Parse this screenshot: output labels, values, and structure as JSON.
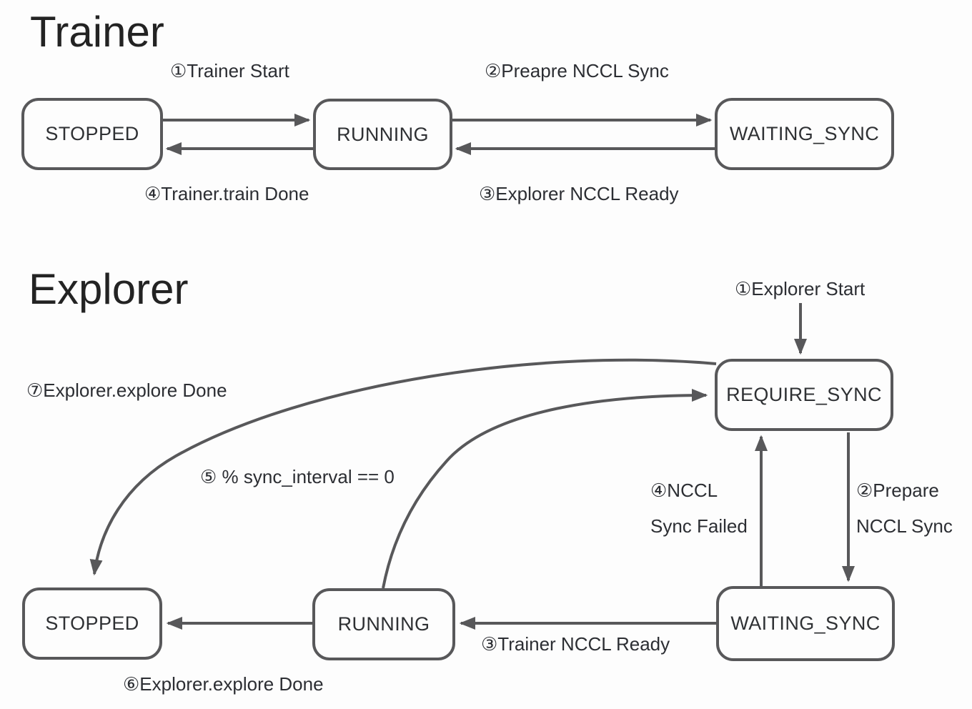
{
  "colors": {
    "line": "#58585a",
    "box_border": "#58585a",
    "state_text": "#2f3134",
    "label_text": "#2c2e33",
    "title_text": "#232323",
    "bg": "#fdfdfd"
  },
  "trainer": {
    "title": "Trainer",
    "states": {
      "stopped": "STOPPED",
      "running": "RUNNING",
      "waiting_sync": "WAITING_SYNC"
    },
    "transitions": {
      "start": "①Trainer Start",
      "prepare_nccl_sync": "②Preapre NCCL Sync",
      "explorer_nccl_ready": "③Explorer NCCL Ready",
      "train_done": "④Trainer.train Done"
    }
  },
  "explorer": {
    "title": "Explorer",
    "states": {
      "require_sync": "REQUIRE_SYNC",
      "waiting_sync": "WAITING_SYNC",
      "running": "RUNNING",
      "stopped": "STOPPED"
    },
    "transitions": {
      "start": "①Explorer Start",
      "prepare_line1": "②Prepare",
      "prepare_line2": "NCCL Sync",
      "trainer_nccl_ready": "③Trainer NCCL Ready",
      "sync_failed_line1": "④NCCL",
      "sync_failed_line2": "Sync Failed",
      "sync_interval": "⑤ % sync_interval == 0",
      "explore_done": "⑥Explorer.explore Done",
      "explore_done_to_stopped": "⑦Explorer.explore Done"
    }
  }
}
